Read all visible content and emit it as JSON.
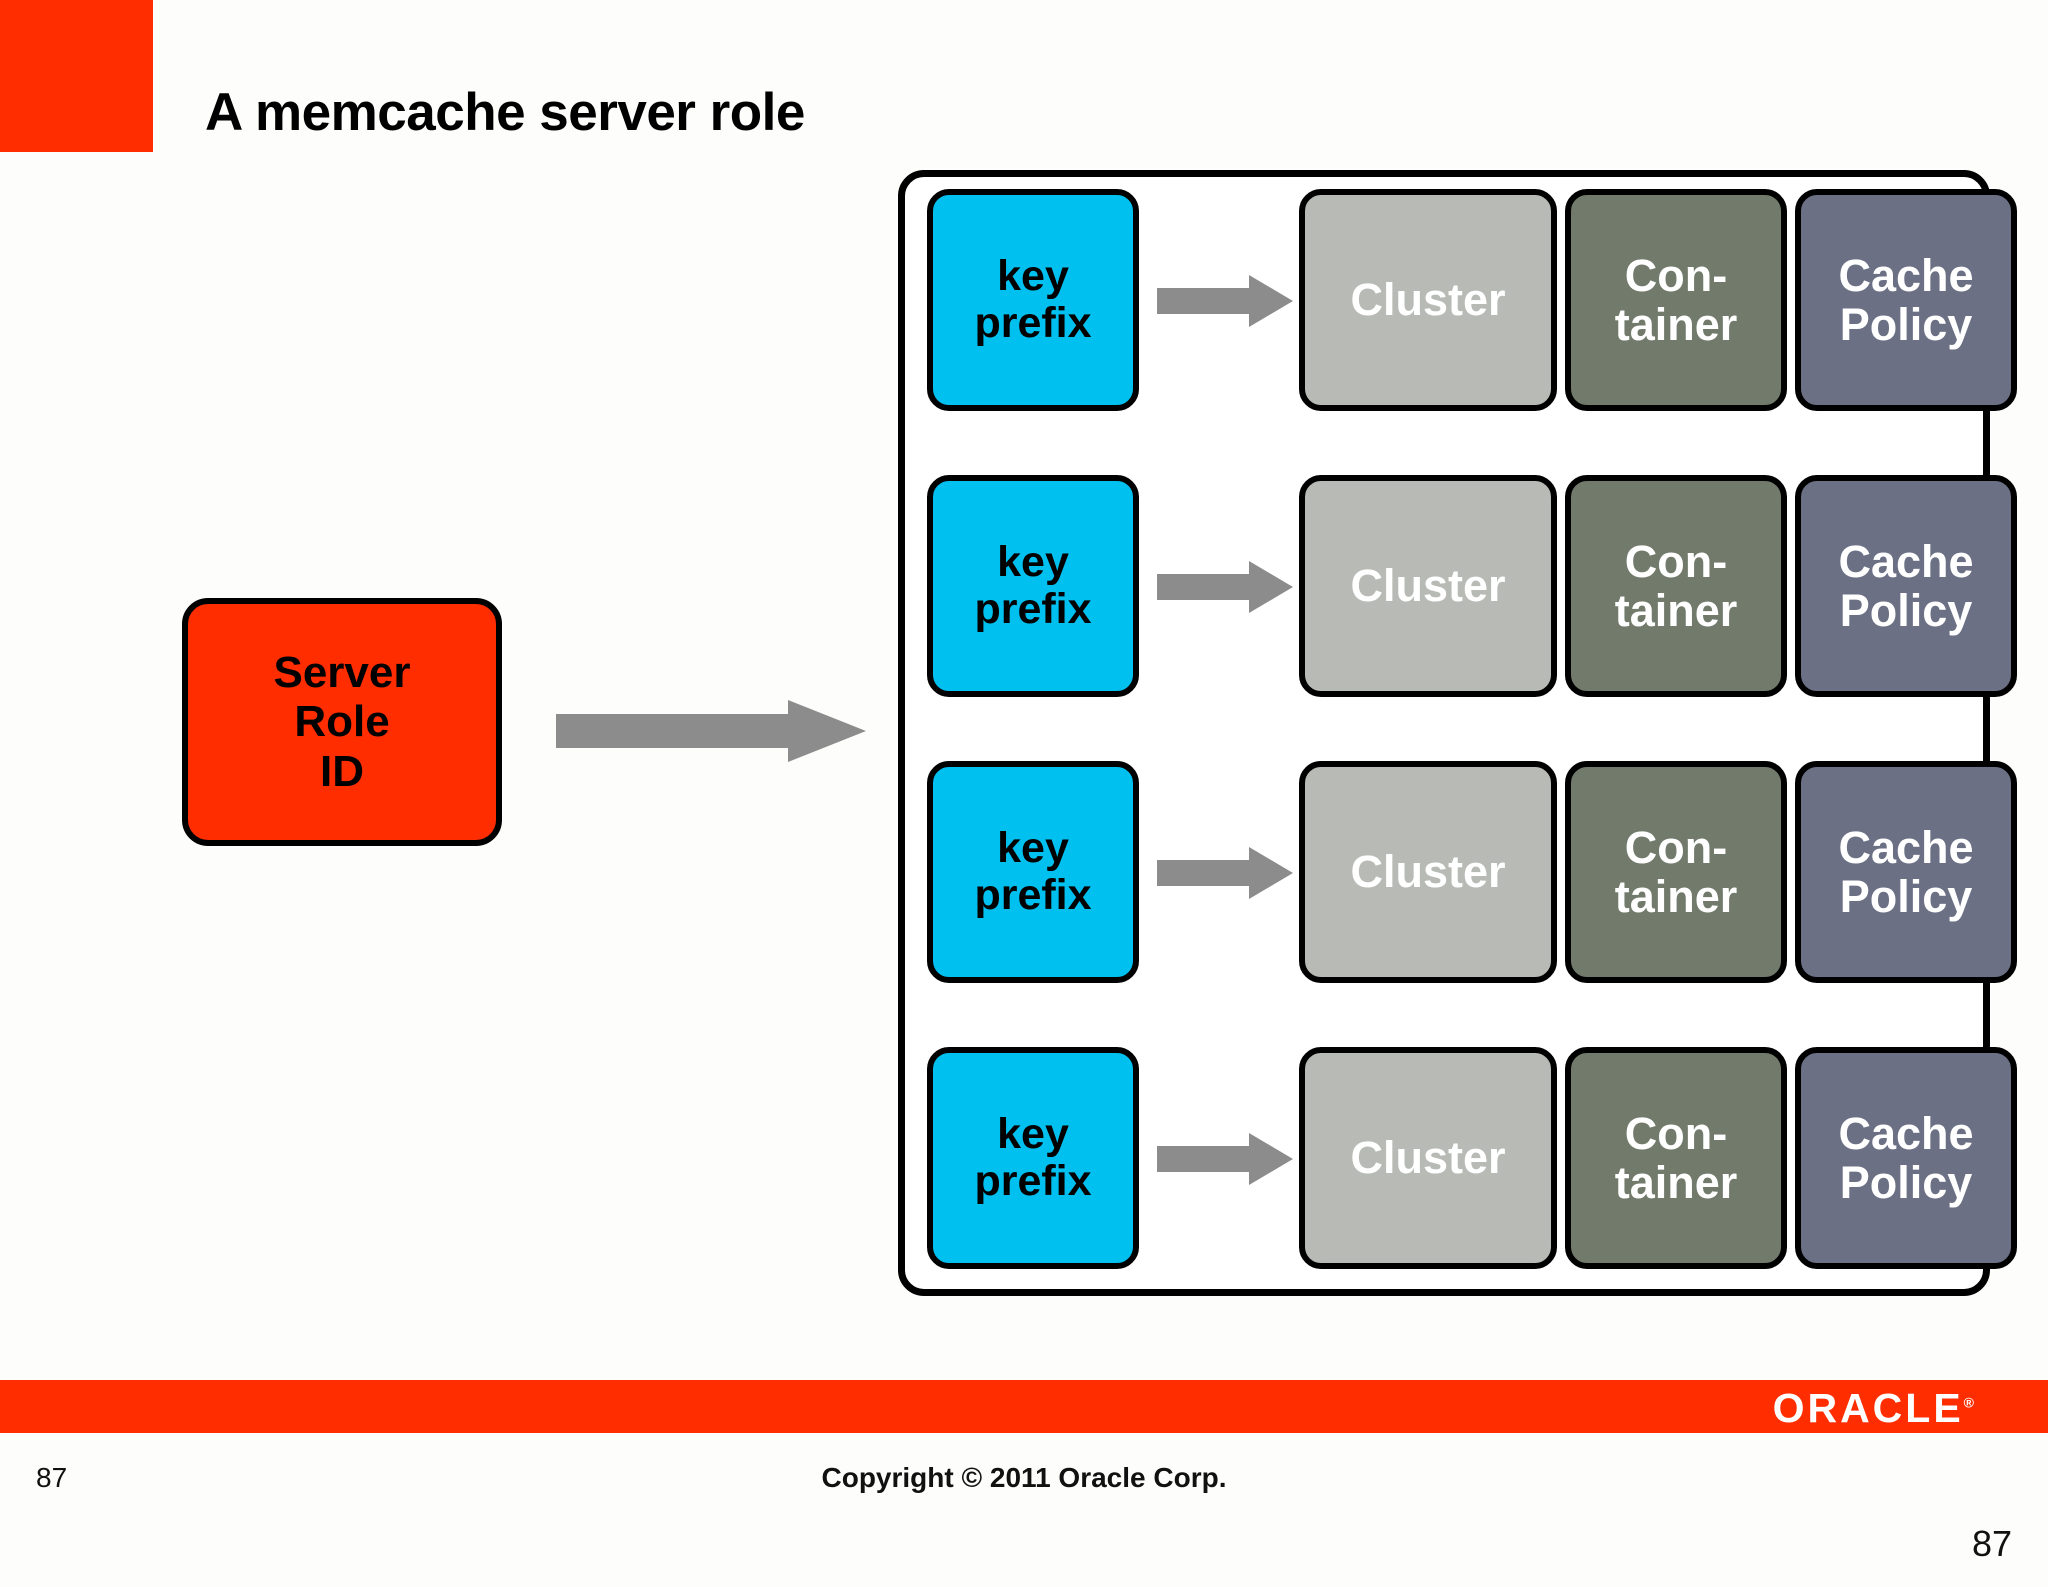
{
  "slide": {
    "title": "A memcache server role",
    "accent_color": "#ff2d00",
    "page_number": "87"
  },
  "source_node": {
    "lines": [
      "Server",
      "Role",
      "ID"
    ],
    "fill_color": "#ff2d00",
    "text_color": "#000000"
  },
  "flow_arrow": {
    "color": "#8c8c8c",
    "direction": "right"
  },
  "role_container": {
    "border_color": "#000000",
    "rows": [
      {
        "key_prefix": {
          "lines": [
            "key",
            "prefix"
          ],
          "color": "#00c0f0"
        },
        "arrow": {
          "color": "#8c8c8c"
        },
        "cluster": {
          "lines": [
            "Cluster"
          ],
          "color": "#b8bbb5"
        },
        "container": {
          "lines": [
            "Con-",
            "tainer"
          ],
          "color": "#717a6b"
        },
        "cache_policy": {
          "lines": [
            "Cache",
            "Policy"
          ],
          "color": "#6b7085"
        }
      },
      {
        "key_prefix": {
          "lines": [
            "key",
            "prefix"
          ],
          "color": "#00c0f0"
        },
        "arrow": {
          "color": "#8c8c8c"
        },
        "cluster": {
          "lines": [
            "Cluster"
          ],
          "color": "#b8bbb5"
        },
        "container": {
          "lines": [
            "Con-",
            "tainer"
          ],
          "color": "#717a6b"
        },
        "cache_policy": {
          "lines": [
            "Cache",
            "Policy"
          ],
          "color": "#6b7085"
        }
      },
      {
        "key_prefix": {
          "lines": [
            "key",
            "prefix"
          ],
          "color": "#00c0f0"
        },
        "arrow": {
          "color": "#8c8c8c"
        },
        "cluster": {
          "lines": [
            "Cluster"
          ],
          "color": "#b8bbb5"
        },
        "container": {
          "lines": [
            "Con-",
            "tainer"
          ],
          "color": "#717a6b"
        },
        "cache_policy": {
          "lines": [
            "Cache",
            "Policy"
          ],
          "color": "#6b7085"
        }
      },
      {
        "key_prefix": {
          "lines": [
            "key",
            "prefix"
          ],
          "color": "#00c0f0"
        },
        "arrow": {
          "color": "#8c8c8c"
        },
        "cluster": {
          "lines": [
            "Cluster"
          ],
          "color": "#b8bbb5"
        },
        "container": {
          "lines": [
            "Con-",
            "tainer"
          ],
          "color": "#717a6b"
        },
        "cache_policy": {
          "lines": [
            "Cache",
            "Policy"
          ],
          "color": "#6b7085"
        }
      }
    ]
  },
  "footer": {
    "bar_color": "#ff2d00",
    "logo_text": "ORACLE",
    "logo_trademark": "®",
    "page_number_left": "87",
    "copyright": "Copyright © 2011 Oracle Corp.",
    "page_number_right": "87"
  }
}
